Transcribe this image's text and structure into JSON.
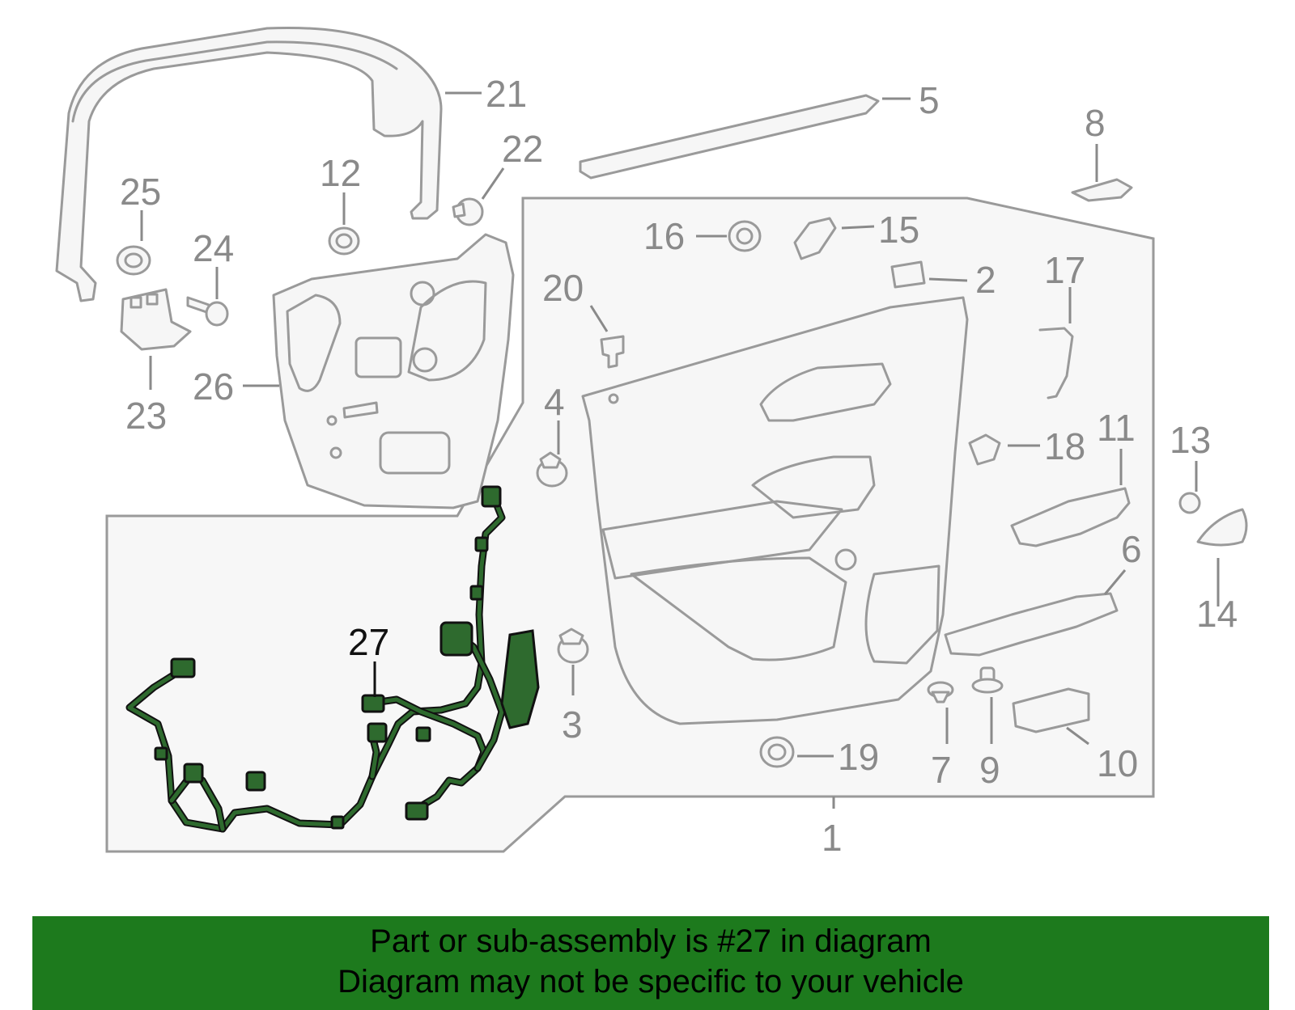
{
  "diagram": {
    "callouts": [
      "1",
      "2",
      "3",
      "4",
      "5",
      "6",
      "7",
      "8",
      "9",
      "10",
      "11",
      "12",
      "13",
      "14",
      "15",
      "16",
      "17",
      "18",
      "19",
      "20",
      "21",
      "22",
      "23",
      "24",
      "25",
      "26",
      "27"
    ],
    "highlighted_callout": "27",
    "colors": {
      "outline": "#9a9a9a",
      "label": "#8a8a8a",
      "highlight_part": "#2e6a2e",
      "highlight_label": "#111111"
    }
  },
  "banner": {
    "line1": "Part or sub-assembly is #27 in diagram",
    "line2": "Diagram may not be specific to your vehicle",
    "color": "#1d7a1d"
  }
}
